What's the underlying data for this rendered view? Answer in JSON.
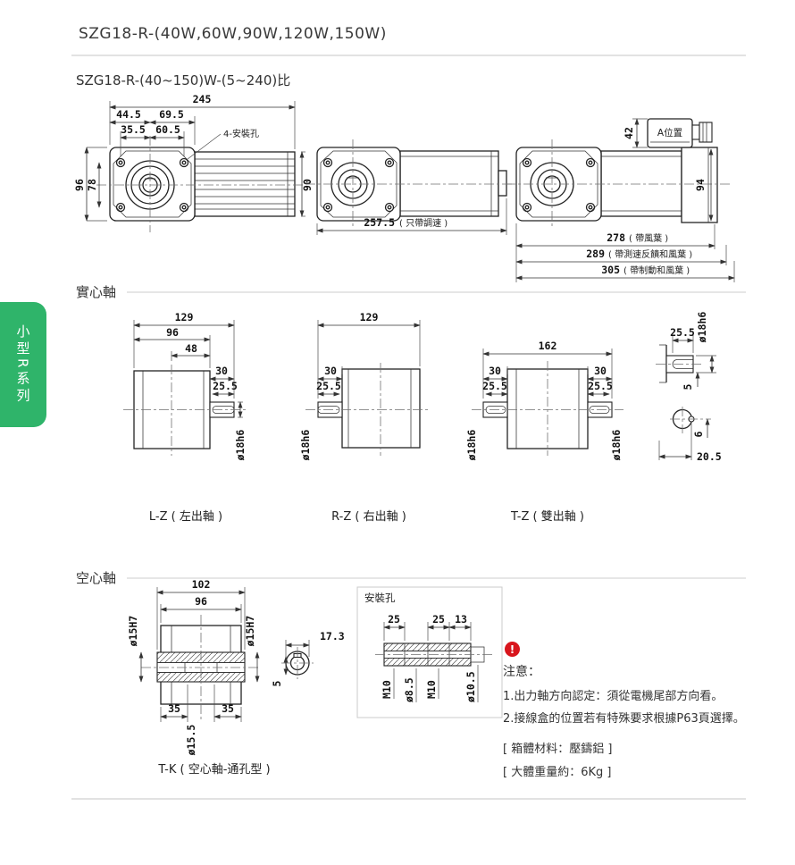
{
  "page": {
    "title": "SZG18-R-(40W,60W,90W,120W,150W)",
    "subtitle": "SZG18-R-(40~150)W-(5~240)比"
  },
  "sidebar": {
    "tab_label": "小型R系列",
    "tab_color": "#2fb46a"
  },
  "top_views": {
    "front_view": {
      "overall_width": "245",
      "dim_top_left": "44.5",
      "dim_top_right": "69.5",
      "dim_mid_left": "35.5",
      "dim_mid_right": "60.5",
      "mount_hole_label": "4-安裝孔",
      "flange_height": "96",
      "hole_spacing": "78",
      "body_height": "90"
    },
    "speed_view": {
      "length": "257.5",
      "length_note": "( 只帶調速 )"
    },
    "brake_view": {
      "box_label": "A位置",
      "box_height": "42",
      "body_height": "94",
      "len_fan": "278",
      "len_fan_note": "( 帶風葉 )",
      "len_tacho": "289",
      "len_tacho_note": "( 帶測速反饋和風葉 )",
      "len_brake": "305",
      "len_brake_note": "( 帶制動和風葉 )"
    }
  },
  "solid_shaft": {
    "section_title": "實心軸",
    "l_z": {
      "overall": "129",
      "body_len": "96",
      "half_len": "48",
      "shaft_len": "30",
      "key_len": "25.5",
      "dia": "ø18h6",
      "caption": "L-Z ( 左出軸 )"
    },
    "r_z": {
      "overall": "129",
      "shaft_len": "30",
      "key_len": "25.5",
      "dia": "ø18h6",
      "caption": "R-Z ( 右出軸 )"
    },
    "t_z": {
      "overall": "162",
      "shaft_len_l": "30",
      "key_len_l": "25.5",
      "shaft_len_r": "30",
      "key_len_r": "25.5",
      "dia_l": "ø18h6",
      "dia_r": "ø18h6",
      "caption": "T-Z ( 雙出軸 )"
    },
    "detail": {
      "key_len": "25.5",
      "dia": "ø18h6",
      "key_depth": "5",
      "key_offset": "6",
      "key_pos": "20.5"
    }
  },
  "hollow_shaft": {
    "section_title": "空心軸",
    "t_k": {
      "overall": "102",
      "body_len": "96",
      "dia_left": "ø15H7",
      "dia_right": "ø15H7",
      "end_left": "35",
      "end_right": "35",
      "mid_dia": "ø15.5",
      "caption": "T-K ( 空心軸-通孔型 )"
    },
    "key_detail": {
      "width": "17.3",
      "depth": "5"
    },
    "mount": {
      "title": "安裝孔",
      "d1": "25",
      "d2": "25",
      "d3": "13",
      "t1": "M10",
      "b1": "ø8.5",
      "t2": "M10",
      "b2": "ø10.5"
    }
  },
  "notes": {
    "warning_glyph": "!",
    "warning_color": "#d8151c",
    "heading": "注意：",
    "item1": "1.出力軸方向認定：須從電機尾部方向看。",
    "item2": "2.接線盒的位置若有特殊要求根據P63頁選擇。",
    "spec1": "[ 箱體材料：壓鑄鋁 ]",
    "spec2": "[ 大體重量約：6Kg ]"
  }
}
